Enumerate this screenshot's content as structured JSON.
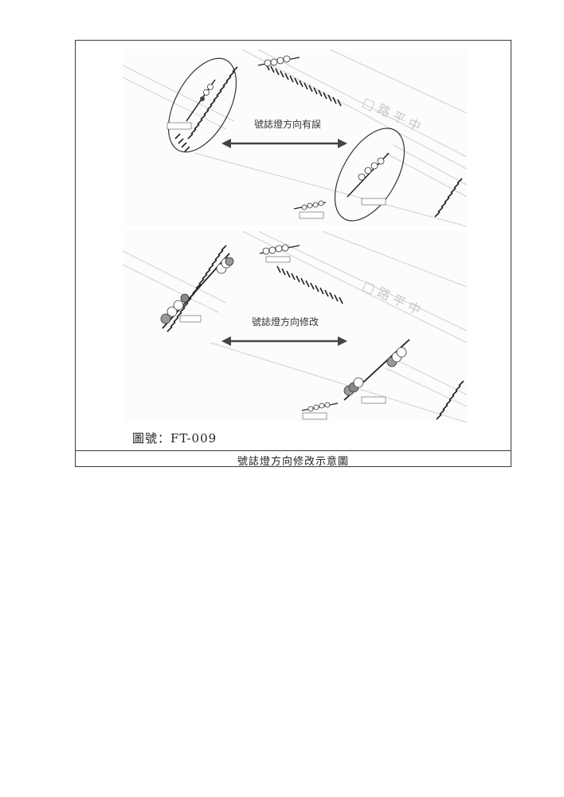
{
  "figure": {
    "panel_top_label": "號誌燈方向有誤",
    "panel_bottom_label": "號誌燈方向修改",
    "figure_number": "圖號：FT-009",
    "caption": "號誌燈方向修改示意圖"
  }
}
